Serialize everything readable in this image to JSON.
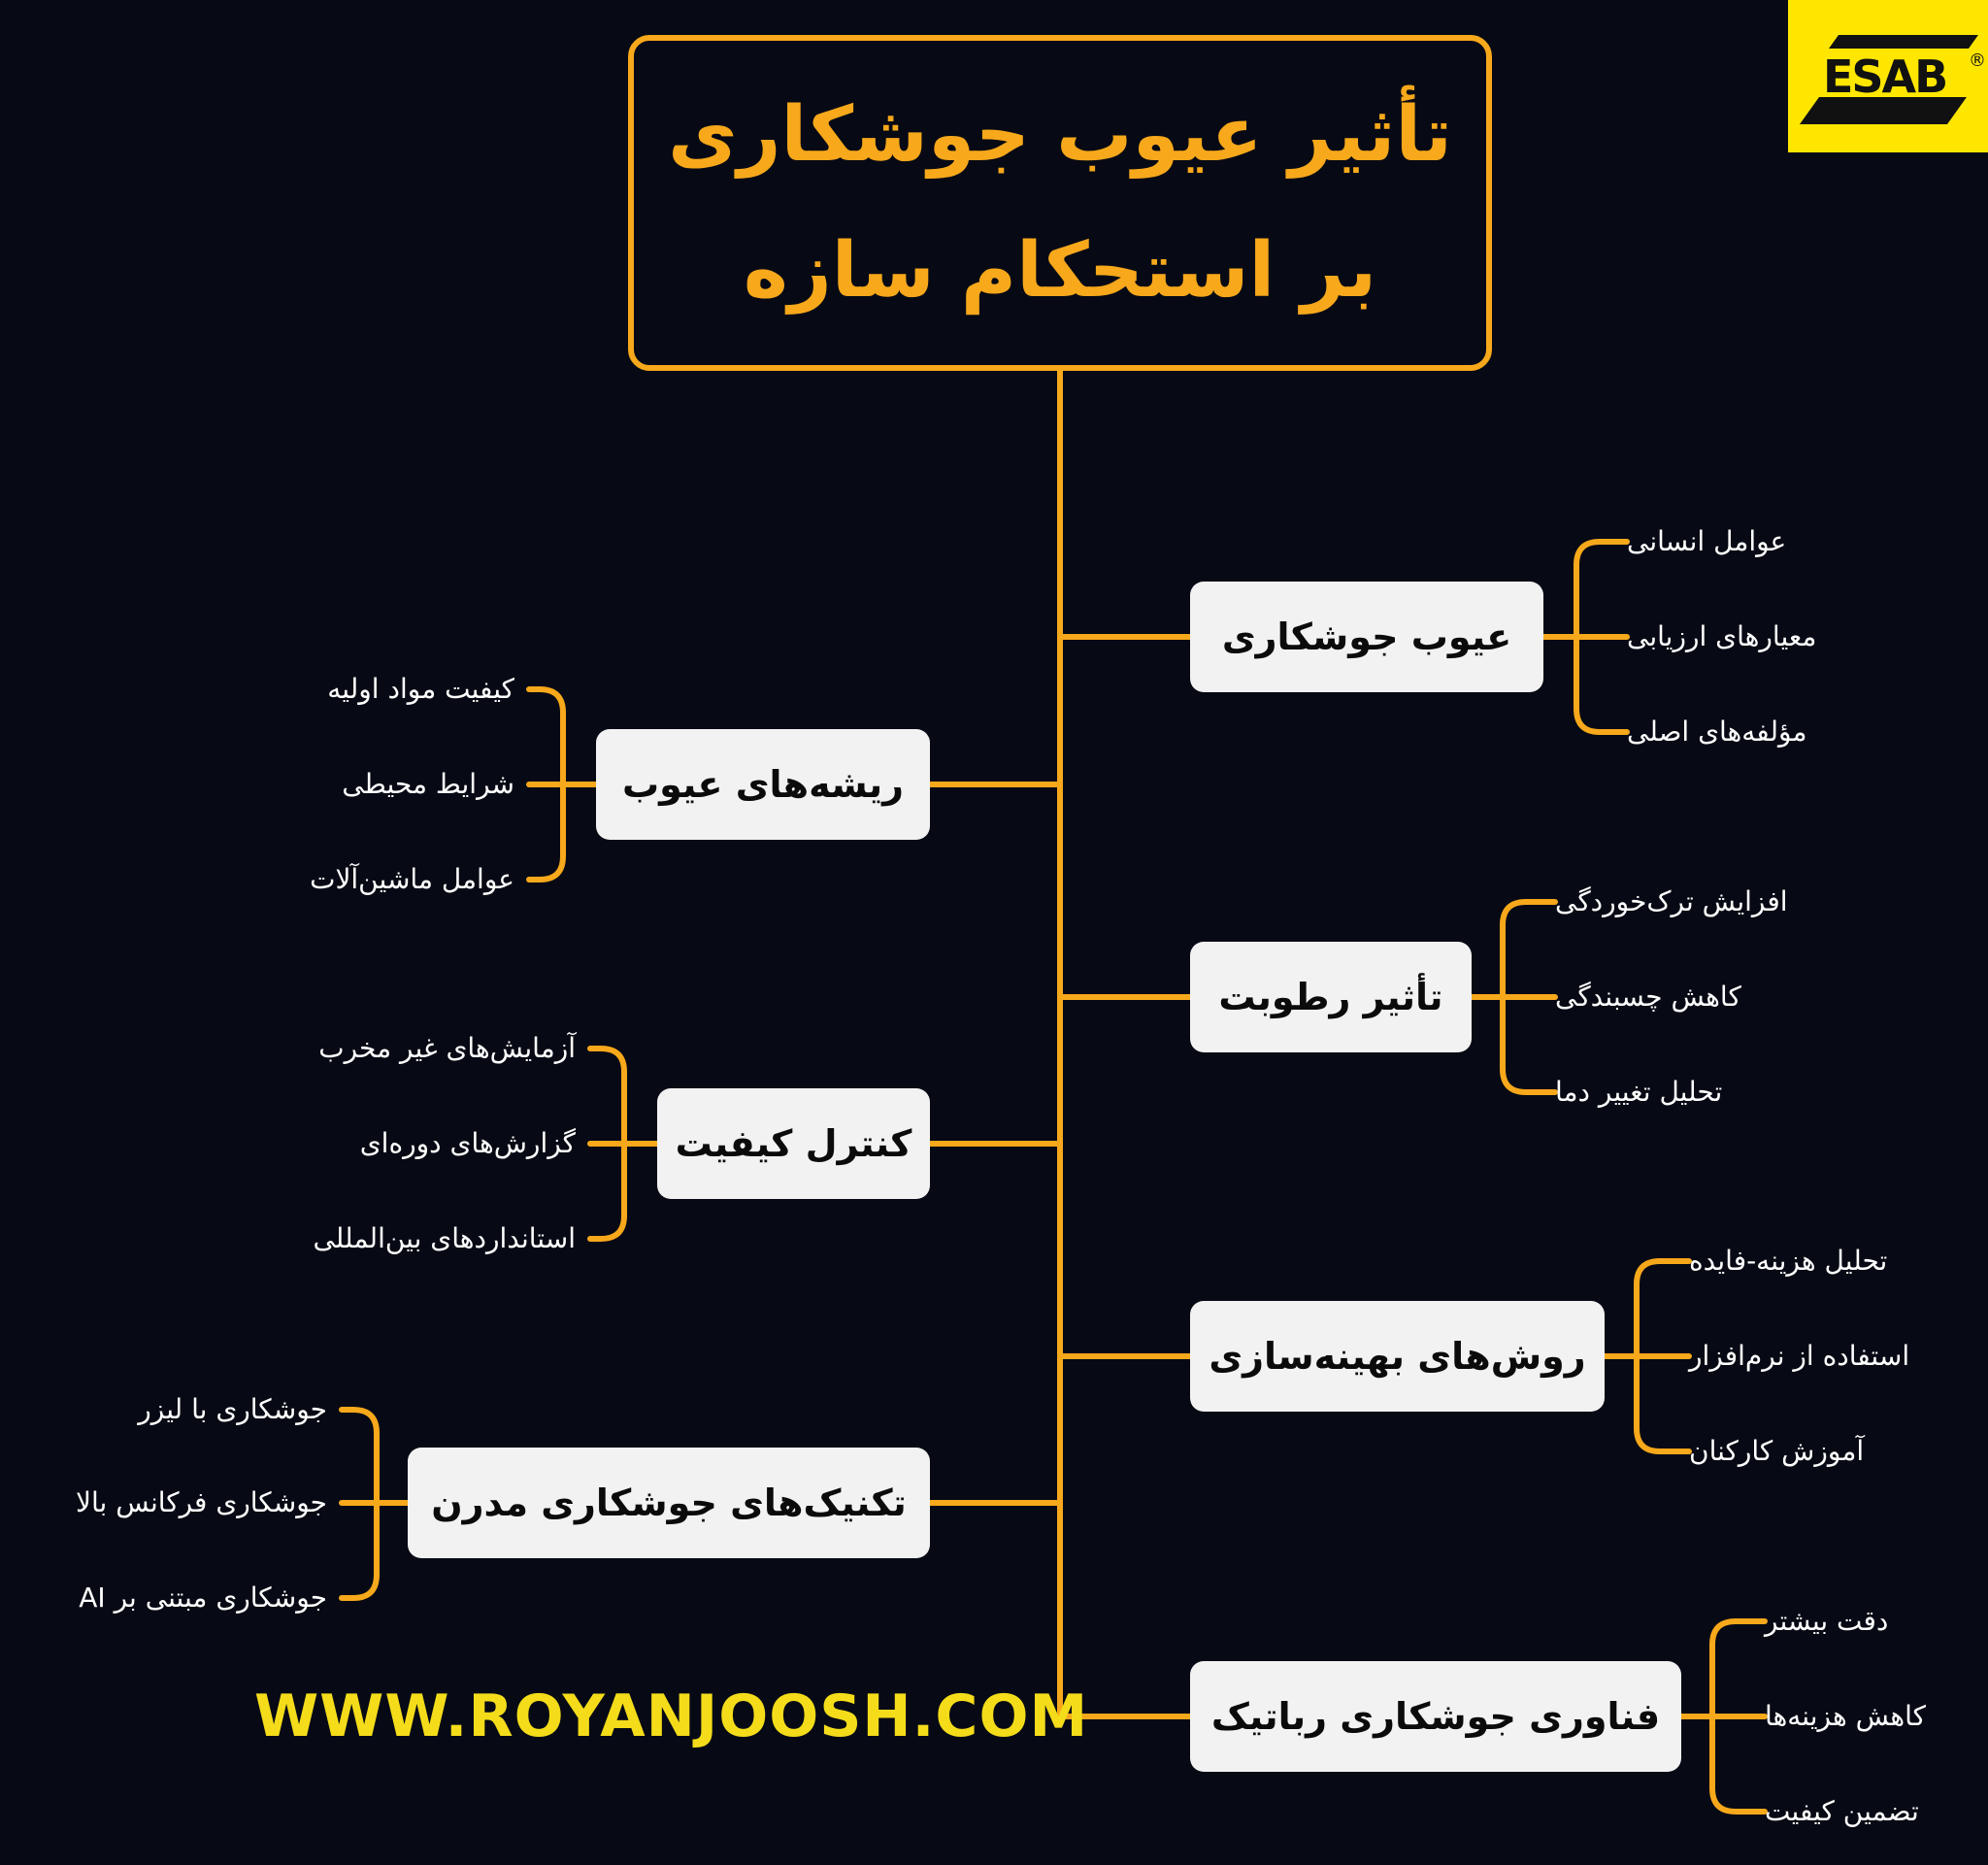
{
  "title": {
    "line1": "تأثیر عیوب جوشکاری",
    "line2": "بر استحکام سازه"
  },
  "logo": {
    "text": "ESAB",
    "registered": "®"
  },
  "website": "WWW.ROYANJOOSH.COM",
  "colors": {
    "accent": "#f7a81b",
    "background": "#070a14",
    "node_fill": "#f2f2f2",
    "website": "#f4dc1a",
    "logo_bg": "#ffe600"
  },
  "right_branches": [
    {
      "label": "عیوب جوشکاری",
      "items": [
        "عوامل انسانی",
        "معیارهای ارزیابی",
        "مؤلفه‌های اصلی"
      ]
    },
    {
      "label": "تأثیر رطوبت",
      "items": [
        "افزایش ترک‌خوردگی",
        "کاهش چسبندگی",
        "تحلیل تغییر دما"
      ]
    },
    {
      "label": "روش‌های بهینه‌سازی",
      "items": [
        "تحلیل هزینه-فایده",
        "استفاده از نرم‌افزار",
        "آموزش کارکنان"
      ]
    },
    {
      "label": "فناوری جوشکاری رباتیک",
      "items": [
        "دقت بیشتر",
        "کاهش هزینه‌ها",
        "تضمین کیفیت"
      ]
    }
  ],
  "left_branches": [
    {
      "label": "ریشه‌های عیوب",
      "items": [
        "کیفیت مواد اولیه",
        "شرایط محیطی",
        "عوامل ماشین‌آلات"
      ]
    },
    {
      "label": "کنترل کیفیت",
      "items": [
        "آزمایش‌های غیر مخرب",
        "گزارش‌های دوره‌ای",
        "استانداردهای بین‌المللی"
      ]
    },
    {
      "label": "تکنیک‌های جوشکاری مدرن",
      "items": [
        "جوشکاری با لیزر",
        "جوشکاری فرکانس بالا",
        "جوشکاری مبتنی بر AI"
      ]
    }
  ]
}
